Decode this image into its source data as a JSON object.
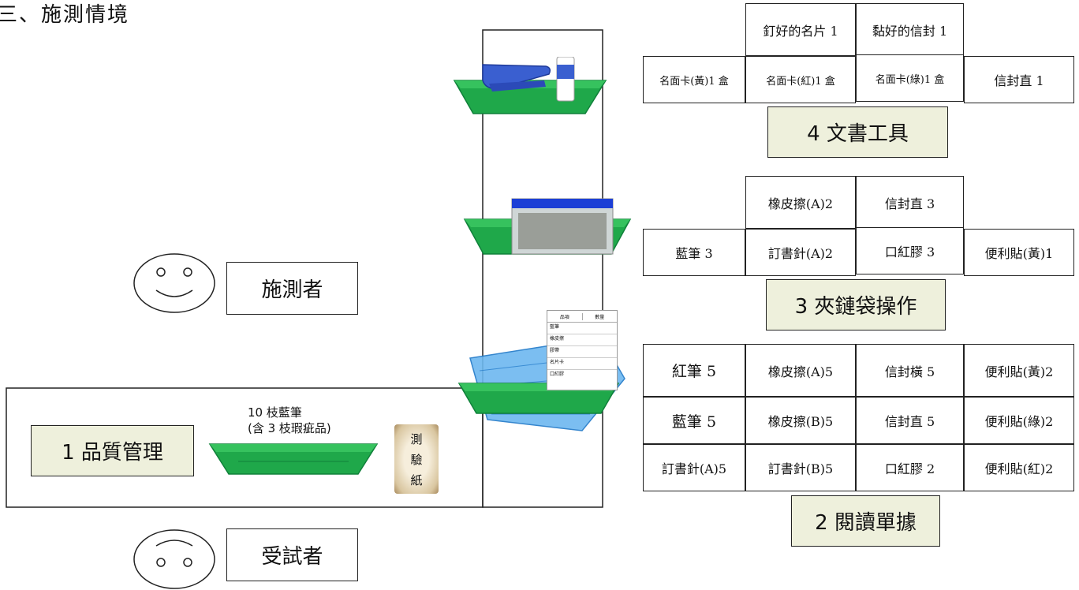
{
  "title": "三、施測情境",
  "people": {
    "examiner": "施測者",
    "examinee": "受試者"
  },
  "stations": {
    "s1": {
      "label": "1 品質管理",
      "tray_text": [
        "10 枝藍筆",
        "(含 3 枝瑕疵品)"
      ],
      "paper_text": [
        "測",
        "驗",
        "紙"
      ]
    },
    "s2": {
      "label": "2 閱讀單據",
      "rows": [
        [
          "紅筆 5",
          "橡皮擦(A)5",
          "信封橫 5",
          "便利貼(黃)2"
        ],
        [
          "藍筆 5",
          "橡皮擦(B)5",
          "信封直 5",
          "便利貼(綠)2"
        ],
        [
          "訂書針(A)5",
          "訂書針(B)5",
          "口紅膠 2",
          "便利貼(紅)2"
        ]
      ],
      "slip": {
        "headers": [
          "品項",
          "數量"
        ],
        "items": [
          "藍筆",
          "橡皮擦",
          "膠帶",
          "名片卡",
          "口紅膠"
        ]
      }
    },
    "s3": {
      "label": "3 夾鏈袋操作",
      "top": [
        "橡皮擦(A)2",
        "信封直 3"
      ],
      "row": [
        "藍筆 3",
        "訂書針(A)2",
        "口紅膠 3",
        "便利貼(黃)1"
      ]
    },
    "s4": {
      "label": "4 文書工具",
      "top": [
        "釘好的名片 1",
        "黏好的信封 1"
      ],
      "row": [
        "名面卡(黃)1 盒",
        "名面卡(紅)1 盒",
        "名面卡(綠)1 盒",
        "信封直 1"
      ]
    }
  },
  "colors": {
    "tray": "#1fa84a",
    "tray_dark": "#10803a",
    "basket": "#3aa0e8",
    "label_bg": "#eef0dc"
  },
  "icons": [
    "smiley-face-icon",
    "frown-face-icon",
    "stapler-icon",
    "glue-stick-icon",
    "zip-bag-icon",
    "basket-icon"
  ]
}
